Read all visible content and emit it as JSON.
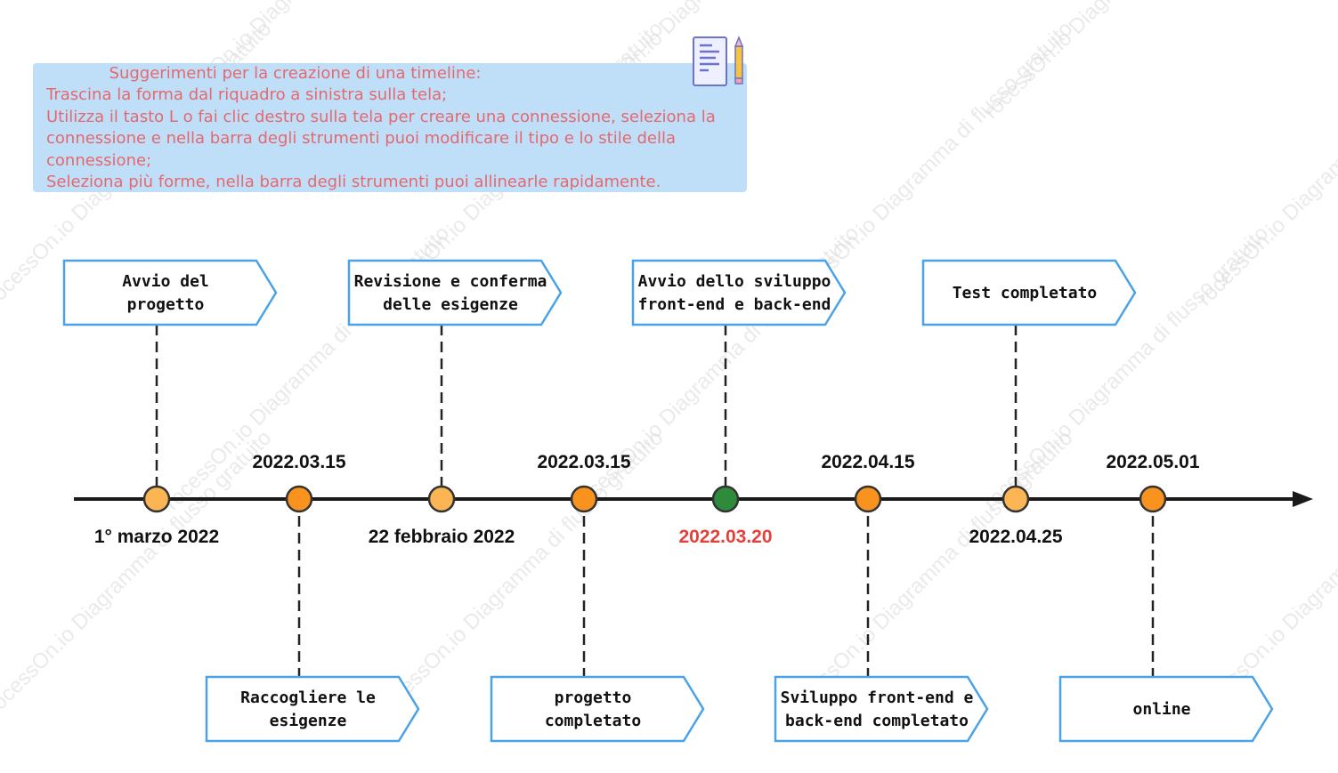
{
  "watermark": "rocessOn.io Diagramma di flusso gratuito",
  "tips": {
    "title": "Suggerimenti per la creazione di una timeline:",
    "lines": [
      "Trascina la forma dal riquadro a sinistra sulla tela;",
      "Utilizza il tasto L o fai clic destro sulla tela per creare una connessione, seleziona la connessione e nella barra degli strumenti puoi modificare il tipo e lo stile della connessione;",
      "Seleziona più forme, nella barra degli strumenti puoi allinearle rapidamente."
    ],
    "icon": "document-pencil-icon"
  },
  "colors": {
    "axis": "#1a1a1a",
    "milestone_light": "#fbb554",
    "milestone_orange": "#f7931e",
    "milestone_green": "#2e8b3c",
    "box_border": "#4aa3e8",
    "date_highlight": "#e3413a",
    "date_default": "#111111"
  },
  "milestones": [
    {
      "id": "m1",
      "title_lines": [
        "Avvio del",
        "progetto"
      ],
      "date": "1° marzo 2022",
      "color": "#fbb554",
      "date_color": "#111111"
    },
    {
      "id": "m2",
      "title_lines": [
        "Raccogliere le",
        "esigenze"
      ],
      "date": "2022.03.15",
      "color": "#f7931e",
      "date_color": "#111111"
    },
    {
      "id": "m3",
      "title_lines": [
        "Revisione e conferma",
        "delle esigenze"
      ],
      "date": "22 febbraio 2022",
      "color": "#fbb554",
      "date_color": "#111111"
    },
    {
      "id": "m4",
      "title_lines": [
        "progetto",
        "completato"
      ],
      "date": "2022.03.15",
      "color": "#f7931e",
      "date_color": "#111111"
    },
    {
      "id": "m5",
      "title_lines": [
        "Avvio dello sviluppo",
        "front-end e back-end"
      ],
      "date": "2022.03.20",
      "color": "#2e8b3c",
      "date_color": "#e3413a"
    },
    {
      "id": "m6",
      "title_lines": [
        "Sviluppo front-end e",
        "back-end completato"
      ],
      "date": "2022.04.15",
      "color": "#f7931e",
      "date_color": "#111111"
    },
    {
      "id": "m7",
      "title_lines": [
        "Test completato"
      ],
      "date": "2022.04.25",
      "color": "#fbb554",
      "date_color": "#111111"
    },
    {
      "id": "m8",
      "title_lines": [
        "online"
      ],
      "date": "2022.05.01",
      "color": "#f7931e",
      "date_color": "#111111"
    }
  ]
}
